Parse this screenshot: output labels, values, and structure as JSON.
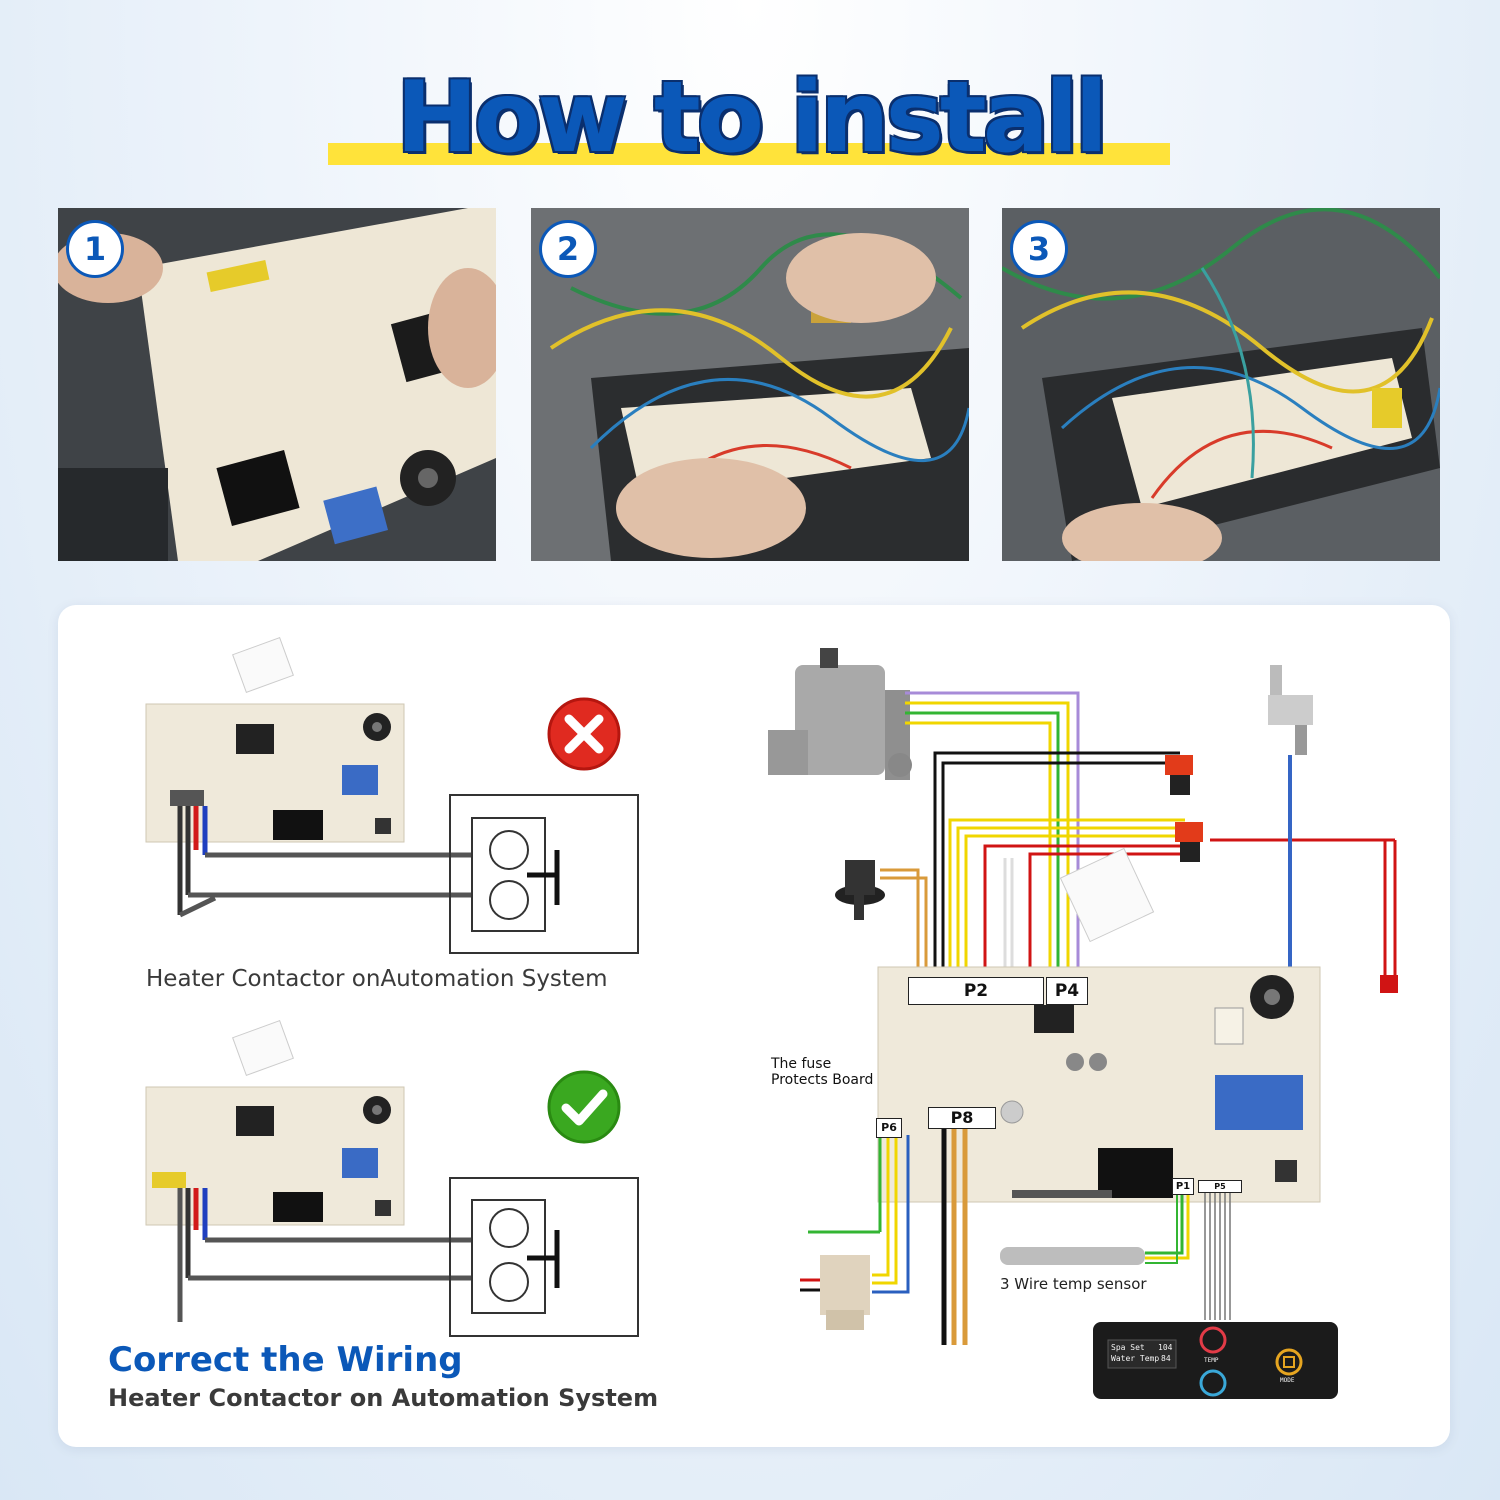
{
  "header": {
    "title": "How to install"
  },
  "steps": [
    {
      "number": "1"
    },
    {
      "number": "2"
    },
    {
      "number": "3"
    }
  ],
  "wiring": {
    "wrong_label": "Heater Contactor onAutomation System",
    "correct_title": "Correct the Wiring",
    "correct_subtitle": "Heater Contactor on Automation System"
  },
  "diagram": {
    "connectors": {
      "p2": "P2",
      "p4": "P4",
      "p6": "P6",
      "p8": "P8",
      "p1": "P1",
      "p5": "P5"
    },
    "fuse_note_line1": "The fuse",
    "fuse_note_line2": "Protects Board",
    "sensor_label": "3 Wire temp sensor",
    "display": {
      "spa_set_label": "Spa Set",
      "spa_set_value": "104",
      "water_temp_label": "Water Temp",
      "water_temp_value": "84",
      "temp_button": "TEMP",
      "mode_button": "MODE"
    }
  },
  "colors": {
    "brand_blue": "#0b58b8",
    "highlight_yellow": "#ffe33a",
    "wrong_red": "#e02a20",
    "ok_green": "#3aa820"
  }
}
